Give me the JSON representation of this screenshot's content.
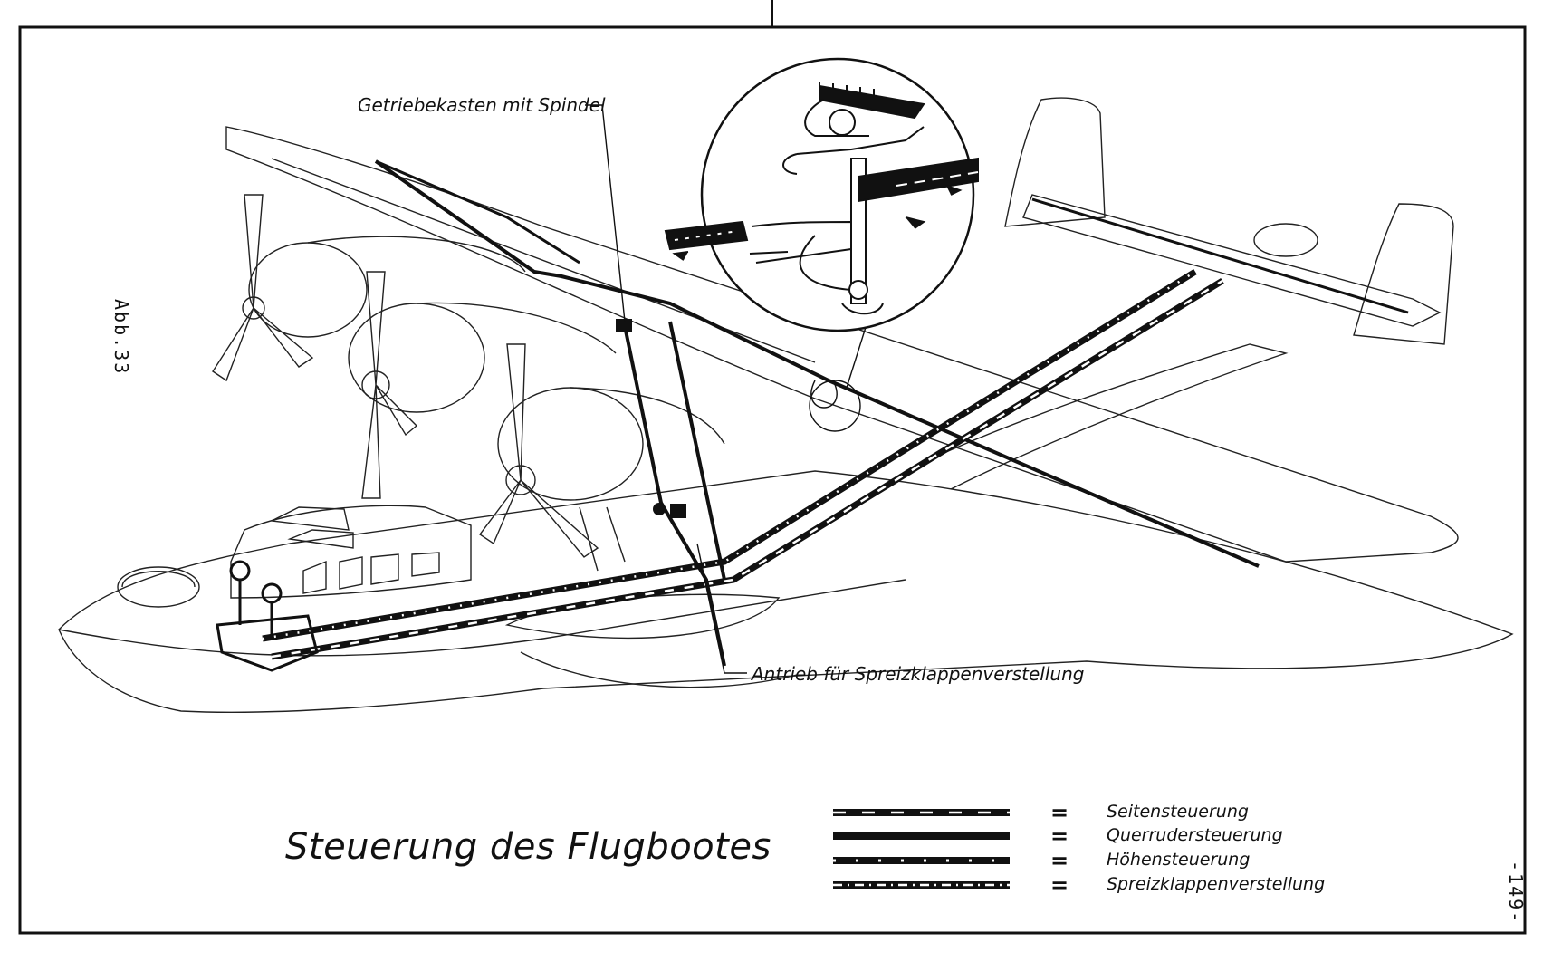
{
  "figure": {
    "figure_number": "Abb.33",
    "page_number": "-149-",
    "title": "Steuerung des Flugbootes",
    "callouts": {
      "gearbox": "Getriebekasten mit Spindel",
      "flap_drive": "Antrieb für Spreizklappenverstellung"
    },
    "legend": {
      "equals": "=",
      "items": [
        {
          "label": "Seitensteuerung",
          "pattern": "white-dashes",
          "color": "#111111"
        },
        {
          "label": "Querrudersteuerung",
          "pattern": "solid",
          "color": "#111111"
        },
        {
          "label": "Höhensteuerung",
          "pattern": "white-dots",
          "color": "#111111"
        },
        {
          "label": "Spreizklappenverstellung",
          "pattern": "dash-dot",
          "color": "#111111"
        }
      ]
    },
    "colors": {
      "ink": "#111111",
      "paper": "#ffffff"
    }
  }
}
